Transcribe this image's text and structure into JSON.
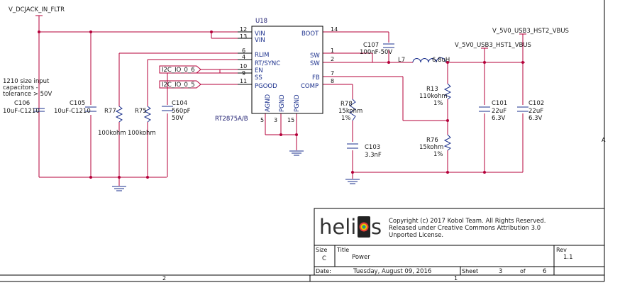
{
  "nets": {
    "input": "V_DCJACK_IN_FLTR",
    "hst2": "V_5V0_USB3_HST2_VBUS",
    "hst1": "V_5V0_USB3_HST1_VBUS",
    "io6": "I2C_IO_0_6",
    "io5": "I2C_IO_0_5"
  },
  "note": [
    "1210 size input",
    "capacitors -",
    "tolerance > 50V"
  ],
  "ic": {
    "ref": "U18",
    "part": "RT2875A/B",
    "left_pins": [
      {
        "num": "12",
        "name": "VIN"
      },
      {
        "num": "13",
        "name": "VIN"
      },
      {
        "num": "6",
        "name": "RLIM"
      },
      {
        "num": "4",
        "name": "RT/SYNC"
      },
      {
        "num": "10",
        "name": "EN"
      },
      {
        "num": "9",
        "name": "SS"
      },
      {
        "num": "11",
        "name": "PGOOD"
      }
    ],
    "right_pins": [
      {
        "num": "14",
        "name": "BOOT"
      },
      {
        "num": "1",
        "name": "SW"
      },
      {
        "num": "2",
        "name": "SW"
      },
      {
        "num": "7",
        "name": "FB"
      },
      {
        "num": "8",
        "name": "COMP"
      }
    ],
    "bottom_pins": [
      {
        "num": "5",
        "name": "AGND"
      },
      {
        "num": "3",
        "name": "PGND"
      },
      {
        "num": "15",
        "name": "PGND"
      }
    ]
  },
  "parts": {
    "c106": {
      "ref": "C106",
      "value": "10uF-C1210"
    },
    "c105": {
      "ref": "C105",
      "value": "10uF-C1210"
    },
    "r77": {
      "ref": "R77",
      "value": "100kohm"
    },
    "r75": {
      "ref": "R75",
      "value": "100kohm"
    },
    "c104": {
      "ref": "C104",
      "value": "560pF",
      "rating": "50V"
    },
    "c107": {
      "ref": "C107",
      "value": "100nF-50V"
    },
    "l7": {
      "ref": "L7",
      "value": "6.8uH"
    },
    "r78": {
      "ref": "R78",
      "value": "15kohm",
      "tol": "1%"
    },
    "c103": {
      "ref": "C103",
      "value": "3.3nF"
    },
    "r13": {
      "ref": "R13",
      "value": "110kohm",
      "tol": "1%"
    },
    "r76": {
      "ref": "R76",
      "value": "15kohm",
      "tol": "1%"
    },
    "c101": {
      "ref": "C101",
      "value": "22uF",
      "rating": "6.3V"
    },
    "c102": {
      "ref": "C102",
      "value": "22uF",
      "rating": "6.3V"
    }
  },
  "title_block": {
    "logo_text": "heli",
    "logo_tail": "s",
    "copyright": [
      "Copyright (c) 2017 Kobol Team. All Rights Reserved.",
      "Released under Creative Commons Attribution 3.0",
      "Unported License."
    ],
    "size_label": "Size",
    "size": "C",
    "title_label": "Title",
    "title": "Power",
    "rev_label": "Rev",
    "rev": "1.1",
    "date_label": "Date:",
    "date": "Tuesday, August 09, 2016",
    "sheet_label": "Sheet",
    "sheet": "3",
    "of_label": "of",
    "sheets": "6"
  },
  "frame": {
    "col2": "2",
    "col1": "1",
    "rowA": "A"
  }
}
